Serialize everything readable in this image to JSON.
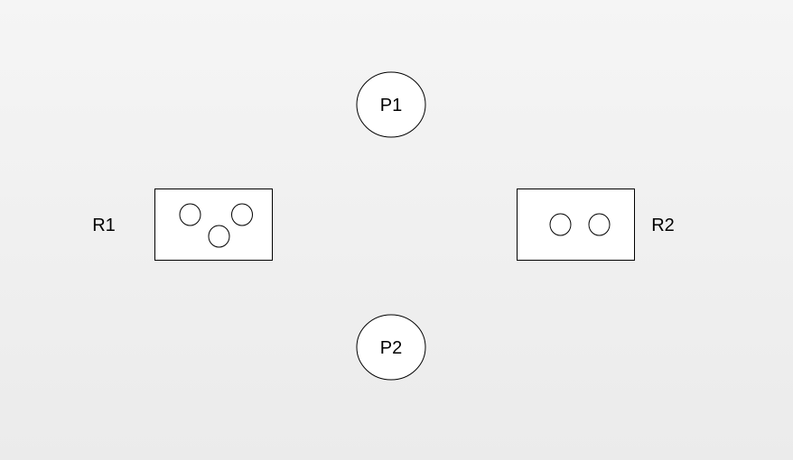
{
  "diagram": {
    "processes": [
      {
        "label": "P1"
      },
      {
        "label": "P2"
      }
    ],
    "resources": [
      {
        "label": "R1",
        "instances": 3
      },
      {
        "label": "R2",
        "instances": 2
      }
    ]
  }
}
